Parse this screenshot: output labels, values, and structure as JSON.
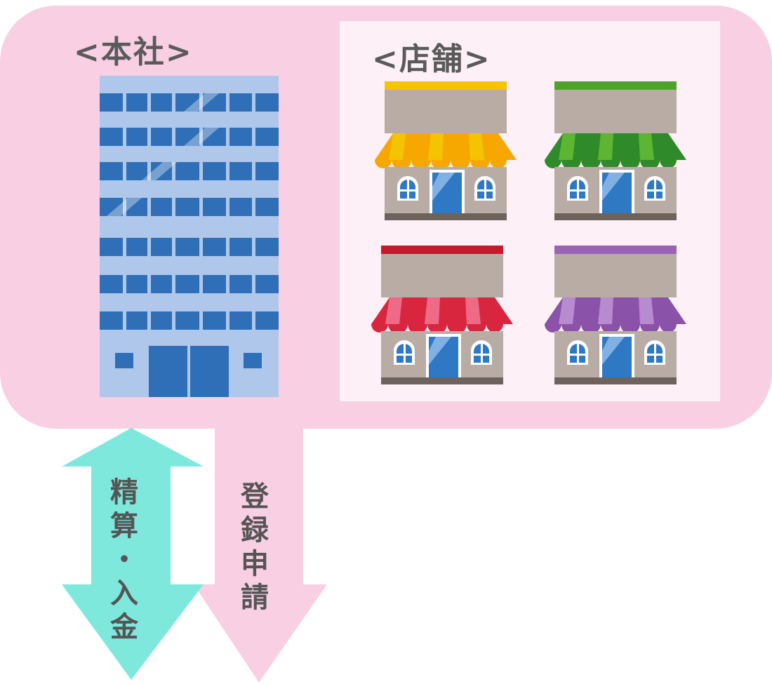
{
  "labels": {
    "headquarters": "<本社>",
    "stores": "<店舗>"
  },
  "arrows": {
    "settlement": "精算・入金",
    "registration": "登録申請"
  },
  "colors": {
    "panel": "#f9cfe3",
    "stores_bg": "#fdf0f6",
    "settlement_arrow": "#7ee8dd",
    "registration_arrow": "#f9cfe3",
    "awnings": [
      "#f5c400",
      "#4ea42a",
      "#d8263f",
      "#9b63b8"
    ]
  },
  "icons": {
    "headquarters": "office-building-icon",
    "store": "storefront-icon"
  }
}
